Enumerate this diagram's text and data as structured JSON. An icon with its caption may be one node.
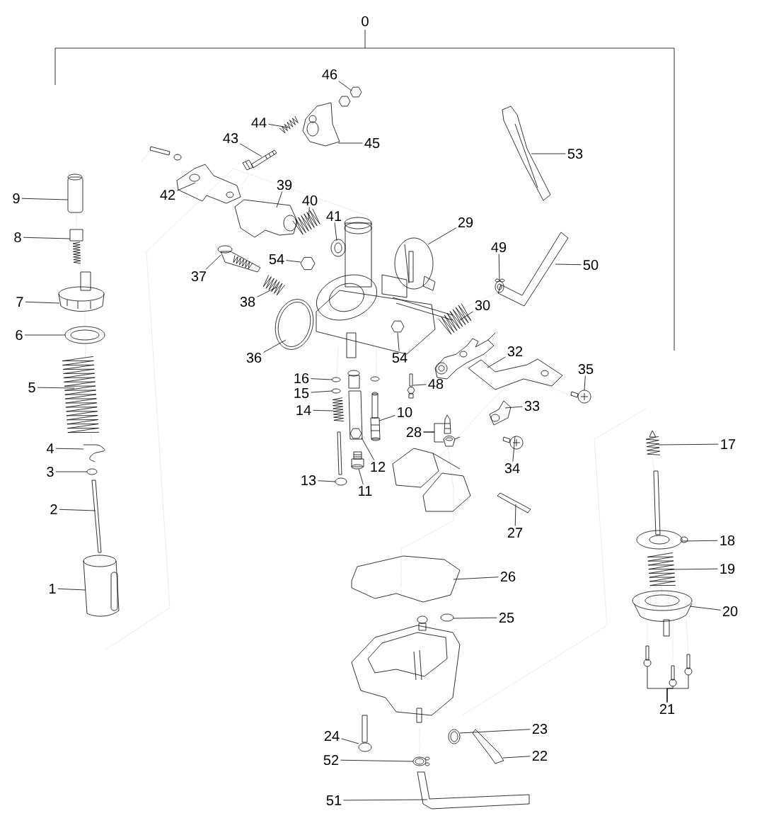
{
  "diagram": {
    "nodes": [
      {
        "text": [
          "46"
        ]
      },
      {
        "text": [
          "44"
        ]
      },
      {
        "text": [
          "43"
        ]
      },
      {
        "text": [
          "45"
        ]
      },
      {
        "text": [
          "53"
        ]
      },
      {
        "text": [
          "39"
        ]
      },
      {
        "text": [
          "42"
        ]
      },
      {
        "text": [
          "9"
        ]
      },
      {
        "text": [
          "40"
        ]
      },
      {
        "text": [
          "41"
        ]
      },
      {
        "text": [
          "29"
        ]
      },
      {
        "text": [
          "8"
        ]
      },
      {
        "text": [
          "49"
        ]
      },
      {
        "text": [
          "54"
        ]
      },
      {
        "text": [
          "50"
        ]
      },
      {
        "text": [
          "37"
        ]
      },
      {
        "text": [
          "38"
        ]
      },
      {
        "text": [
          "7"
        ]
      },
      {
        "text": [
          "30"
        ]
      },
      {
        "text": [
          "6"
        ]
      },
      {
        "text": [
          "32"
        ]
      },
      {
        "text": [
          "36"
        ]
      },
      {
        "text": [
          "54"
        ]
      },
      {
        "text": [
          "35"
        ]
      },
      {
        "text": [
          "16"
        ]
      },
      {
        "text": [
          "48"
        ]
      },
      {
        "text": [
          "5"
        ]
      },
      {
        "text": [
          "15"
        ]
      },
      {
        "text": [
          "33"
        ]
      },
      {
        "text": [
          "14"
        ]
      },
      {
        "text": [
          "10"
        ]
      },
      {
        "text": [
          "28"
        ]
      },
      {
        "text": [
          "17"
        ]
      },
      {
        "text": [
          "4"
        ]
      },
      {
        "text": [
          "12"
        ]
      },
      {
        "text": [
          "34"
        ]
      },
      {
        "text": [
          "3"
        ]
      },
      {
        "text": [
          "13"
        ]
      },
      {
        "text": [
          "11"
        ]
      },
      {
        "text": [
          "2"
        ]
      },
      {
        "text": [
          "27"
        ]
      },
      {
        "text": [
          "18"
        ]
      },
      {
        "text": [
          "19"
        ]
      },
      {
        "text": [
          "26"
        ]
      },
      {
        "text": [
          "1"
        ]
      },
      {
        "text": [
          "20"
        ]
      },
      {
        "text": [
          "25"
        ]
      },
      {
        "text": [
          "21"
        ]
      },
      {
        "text": [
          "23"
        ]
      },
      {
        "text": [
          "24"
        ]
      },
      {
        "text": [
          "22"
        ]
      },
      {
        "text": [
          "52"
        ]
      },
      {
        "text": [
          "51"
        ]
      },
      {
        "text": [],
        "shape": "picture"
      },
      {
        "text": [],
        "shape": "picture"
      },
      {
        "text": [],
        "shape": "picture"
      },
      {
        "text": [],
        "shape": "picture"
      },
      {
        "text": [],
        "shape": "picture"
      },
      {
        "text": [],
        "shape": "picture"
      },
      {
        "text": [],
        "shape": "picture"
      },
      {
        "text": [],
        "shape": "picture"
      },
      {
        "text": [],
        "shape": "picture"
      },
      {
        "text": [],
        "shape": "picture"
      },
      {
        "text": [],
        "shape": "picture"
      },
      {
        "text": [],
        "shape": "picture"
      },
      {
        "text": [],
        "shape": "picture"
      },
      {
        "text": [],
        "shape": "picture"
      },
      {
        "text": [],
        "shape": "picture"
      },
      {
        "text": [],
        "shape": "picture"
      },
      {
        "text": [],
        "shape": "picture"
      },
      {
        "text": [],
        "shape": "picture"
      },
      {
        "text": [],
        "shape": "picture"
      },
      {
        "text": [],
        "shape": "picture"
      },
      {
        "text": [],
        "shape": "picture"
      },
      {
        "text": [],
        "shape": "picture"
      },
      {
        "text": [],
        "shape": "picture"
      },
      {
        "text": [],
        "shape": "picture"
      },
      {
        "text": [],
        "shape": "picture"
      },
      {
        "text": [],
        "shape": "picture"
      },
      {
        "text": [],
        "shape": "picture"
      },
      {
        "text": [],
        "shape": "picture"
      },
      {
        "text": [],
        "shape": "picture"
      },
      {
        "text": [],
        "shape": "picture"
      },
      {
        "text": [],
        "shape": "picture"
      },
      {
        "text": [],
        "shape": "picture"
      },
      {
        "text": [],
        "shape": "picture"
      },
      {
        "text": [],
        "shape": "picture"
      },
      {
        "text": [],
        "shape": "picture"
      },
      {
        "text": [],
        "shape": "picture"
      },
      {
        "text": [],
        "shape": "picture"
      },
      {
        "text": [],
        "shape": "picture"
      },
      {
        "text": [],
        "shape": "picture"
      },
      {
        "text": [],
        "shape": "picture"
      },
      {
        "text": [],
        "shape": "picture"
      },
      {
        "text": [],
        "shape": "picture"
      },
      {
        "text": [],
        "shape": "picture"
      },
      {
        "text": [],
        "shape": "picture"
      },
      {
        "text": [],
        "shape": "picture"
      },
      {
        "text": [],
        "shape": "picture"
      },
      {
        "text": [],
        "shape": "picture"
      },
      {
        "text": [],
        "shape": "picture"
      },
      {
        "text": [],
        "shape": "picture"
      },
      {
        "text": [],
        "shape": "picture"
      },
      {
        "text": [],
        "shape": "picture"
      },
      {
        "text": [],
        "shape": "picture"
      },
      {
        "text": [],
        "shape": "picture"
      },
      {
        "text": [],
        "shape": "picture"
      },
      {
        "text": [],
        "shape": "picture"
      },
      {
        "text": [],
        "shape": "picture"
      }
    ],
    "edges": [
      {
        "from": 0,
        "to": 53,
        "arrow": "none"
      },
      {
        "from": 1,
        "to": 54,
        "arrow": "none"
      },
      {
        "from": 2,
        "to": 55,
        "arrow": "none"
      },
      {
        "from": 3,
        "to": 56,
        "arrow": "none"
      },
      {
        "from": 4,
        "to": 57,
        "arrow": "none"
      },
      {
        "from": 5,
        "to": 58,
        "arrow": "none"
      },
      {
        "from": 6,
        "to": 59,
        "arrow": "none"
      },
      {
        "from": 7,
        "to": 60,
        "arrow": "none"
      },
      {
        "from": 8,
        "to": 61,
        "arrow": "none"
      },
      {
        "from": 9,
        "to": 62,
        "arrow": "none"
      },
      {
        "from": 10,
        "to": 63,
        "arrow": "none"
      },
      {
        "from": 11,
        "to": 64,
        "arrow": "none"
      },
      {
        "from": 12,
        "to": 65,
        "arrow": "none"
      },
      {
        "from": 13,
        "to": 66,
        "arrow": "none"
      },
      {
        "from": 14,
        "to": 67,
        "arrow": "none"
      },
      {
        "from": 15,
        "to": 68,
        "arrow": "none"
      },
      {
        "from": 16,
        "to": 69,
        "arrow": "none"
      },
      {
        "from": 17,
        "to": 70,
        "arrow": "none"
      },
      {
        "from": 18,
        "to": 71,
        "arrow": "none"
      },
      {
        "from": 19,
        "to": 72,
        "arrow": "none"
      },
      {
        "from": 20,
        "to": 73,
        "arrow": "none"
      },
      {
        "from": 21,
        "to": 74,
        "arrow": "none"
      },
      {
        "from": 22,
        "to": 75,
        "arrow": "none"
      },
      {
        "from": 23,
        "to": 76,
        "arrow": "none"
      },
      {
        "from": 24,
        "to": 77,
        "arrow": "none"
      },
      {
        "from": 25,
        "to": 78,
        "arrow": "none"
      },
      {
        "from": 26,
        "to": 79,
        "arrow": "none"
      },
      {
        "from": 27,
        "to": 80,
        "arrow": "none"
      },
      {
        "from": 28,
        "to": 81,
        "arrow": "none"
      },
      {
        "from": 29,
        "to": 82,
        "arrow": "none"
      },
      {
        "from": 30,
        "to": 83,
        "arrow": "none"
      },
      {
        "from": 31,
        "to": 84,
        "arrow": "none"
      },
      {
        "from": 31,
        "to": 85,
        "arrow": "none"
      },
      {
        "from": 32,
        "to": 86,
        "arrow": "none"
      },
      {
        "from": 33,
        "to": 87,
        "arrow": "none"
      },
      {
        "from": 34,
        "to": 88,
        "arrow": "none"
      },
      {
        "from": 35,
        "to": 89,
        "arrow": "none"
      },
      {
        "from": 36,
        "to": 90,
        "arrow": "none"
      },
      {
        "from": 37,
        "to": 91,
        "arrow": "none"
      },
      {
        "from": 38,
        "to": 92,
        "arrow": "none"
      },
      {
        "from": 39,
        "to": 93,
        "arrow": "none"
      },
      {
        "from": 40,
        "to": 94,
        "arrow": "none"
      },
      {
        "from": 41,
        "to": 95,
        "arrow": "none"
      },
      {
        "from": 42,
        "to": 96,
        "arrow": "none"
      },
      {
        "from": 43,
        "to": 97,
        "arrow": "none"
      },
      {
        "from": 44,
        "to": 98,
        "arrow": "none"
      },
      {
        "from": 45,
        "to": 99,
        "arrow": "none"
      },
      {
        "from": 46,
        "to": 100,
        "arrow": "none"
      },
      {
        "from": 47,
        "to": 101,
        "arrow": "none"
      },
      {
        "from": 47,
        "to": 102,
        "arrow": "none"
      },
      {
        "from": 47,
        "to": 103,
        "arrow": "none"
      },
      {
        "from": 48,
        "to": 104,
        "arrow": "none"
      },
      {
        "from": 49,
        "to": 105,
        "arrow": "none"
      },
      {
        "from": 50,
        "to": 106,
        "arrow": "none"
      },
      {
        "from": 51,
        "to": 107,
        "arrow": "none"
      },
      {
        "from": 52,
        "to": 108,
        "arrow": "none"
      }
    ],
    "labels": [
      "0"
    ]
  }
}
